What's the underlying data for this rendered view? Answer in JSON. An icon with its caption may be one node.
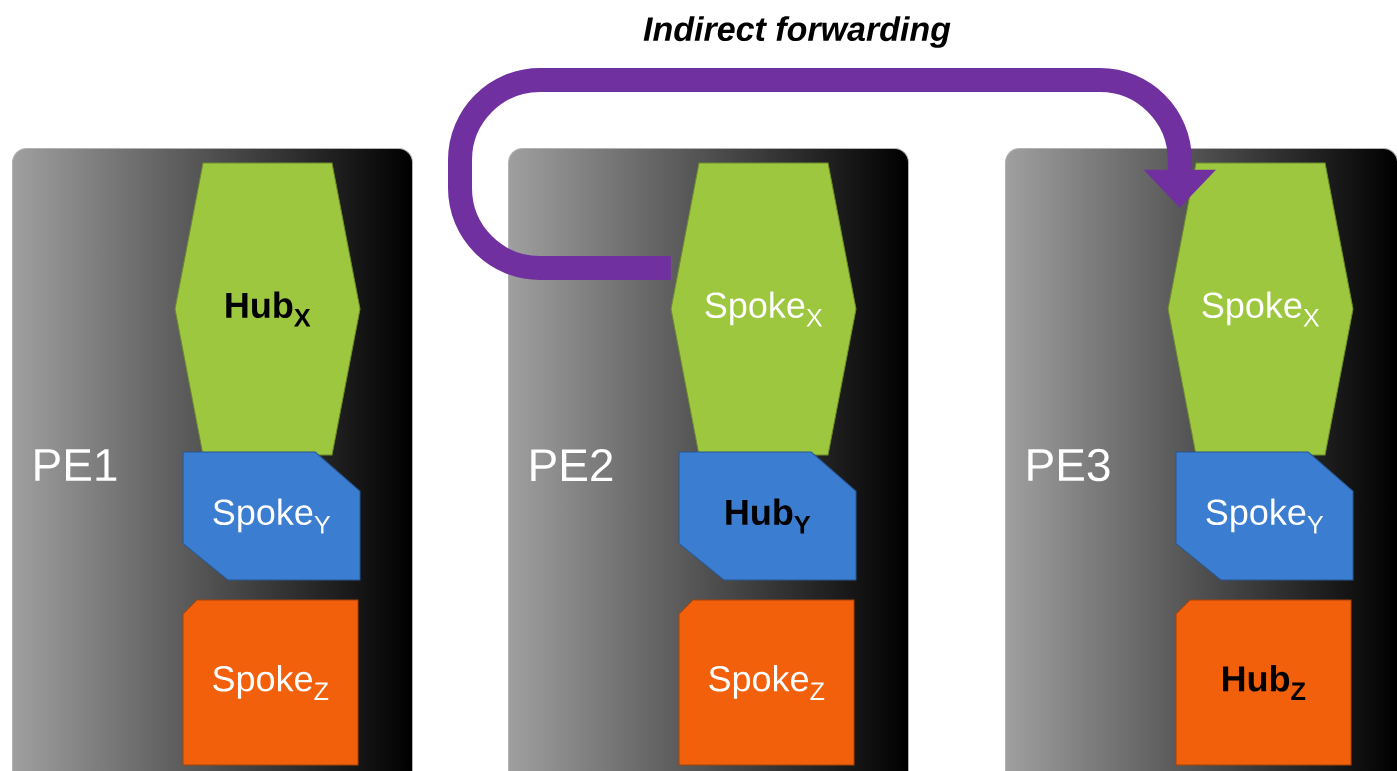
{
  "diagram": {
    "nodes": [
      {
        "text": [
          "PE1"
        ]
      },
      {
        "text": [
          "Hub$_{X}$"
        ],
        "in": 0
      },
      {
        "text": [
          "Spoke$_{Y}$"
        ],
        "in": 0
      },
      {
        "text": [
          "Spoke$_{Z}$"
        ],
        "in": 0
      },
      {
        "text": [
          "PE2"
        ]
      },
      {
        "text": [
          "Spoke$_{X}$"
        ],
        "in": 4
      },
      {
        "text": [
          "Hub$_{Y}$"
        ],
        "in": 4
      },
      {
        "text": [
          "Spoke$_{Z}$"
        ],
        "in": 4
      },
      {
        "text": [
          "PE3"
        ]
      },
      {
        "text": [
          "Spoke$_{X}$"
        ],
        "in": 8
      },
      {
        "text": [
          "Spoke$_{Y}$"
        ],
        "in": 8
      },
      {
        "text": [
          "Hub$_{Z}$"
        ],
        "in": 8
      }
    ],
    "edges": [
      {
        "from": 5,
        "to": 9,
        "arrow": "to",
        "label": "Indirect forwarding"
      }
    ]
  }
}
